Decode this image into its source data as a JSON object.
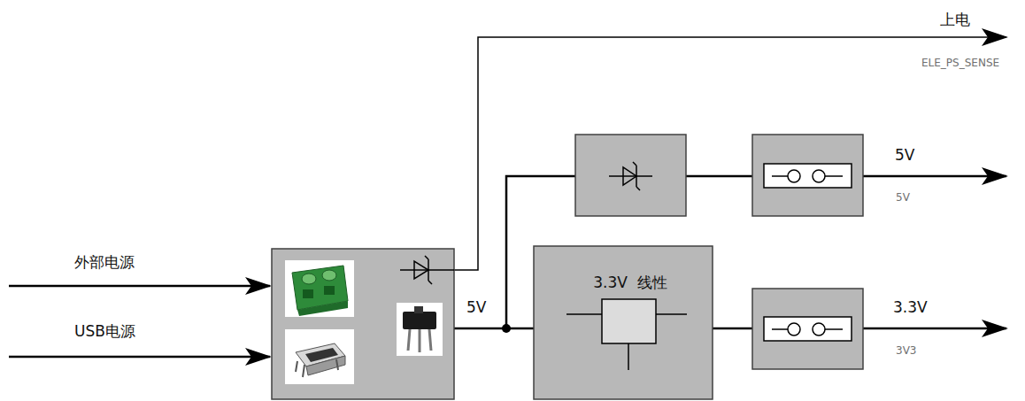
{
  "diagram": {
    "nodes": [
      {
        "text": [
          "3.3V  线性"
        ]
      }
    ],
    "labels": [
      "上电",
      "ELE_PS_SENSE",
      "外部电源",
      "USB电源",
      "5V",
      "5V",
      "5V",
      "3.3V",
      "3V3"
    ]
  }
}
